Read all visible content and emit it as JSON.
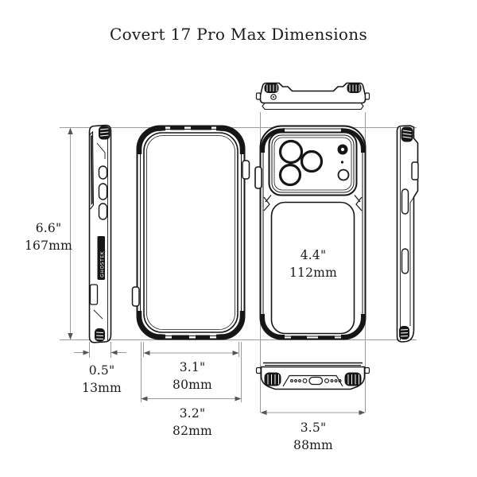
{
  "title": "Covert 17 Pro Max Dimensions",
  "side_badge_text": "GHOSTEK",
  "dimensions": {
    "height": {
      "inches": "6.6\"",
      "mm": "167mm"
    },
    "side_width": {
      "inches": "0.5\"",
      "mm": "13mm"
    },
    "screen_width": {
      "inches": "3.1\"",
      "mm": "80mm"
    },
    "case_width": {
      "inches": "3.2\"",
      "mm": "82mm"
    },
    "back_panel": {
      "inches": "4.4\"",
      "mm": "112mm"
    },
    "bottom_width": {
      "inches": "3.5\"",
      "mm": "88mm"
    }
  },
  "colors": {
    "line_art": "#161616",
    "dimension_lines": "#9b9b9b",
    "arrowheads": "#555555",
    "text": "#1b1b1b",
    "background": "#ffffff"
  }
}
